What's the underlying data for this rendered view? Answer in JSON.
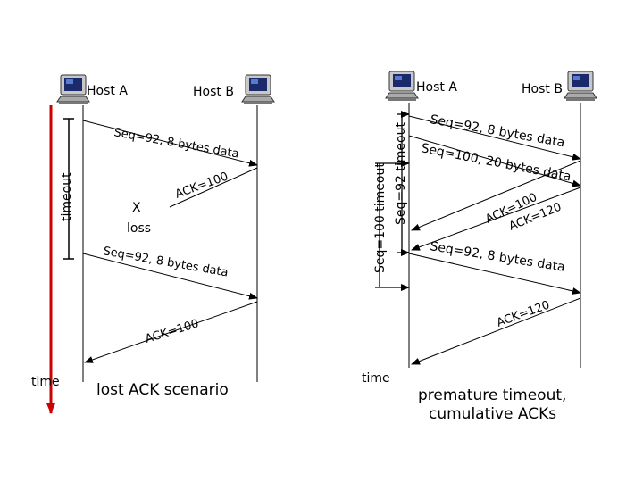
{
  "left": {
    "host_a": "Host A",
    "host_b": "Host B",
    "timeout_label": "timeout",
    "time_label": "time",
    "msg1": "Seq=92, 8 bytes data",
    "ack1": "ACK=100",
    "loss_x": "X",
    "loss_label": "loss",
    "msg2": "Seq=92, 8 bytes data",
    "ack2": "ACK=100",
    "caption": "lost ACK scenario"
  },
  "right": {
    "host_a": "Host A",
    "host_b": "Host B",
    "timeout_92": "Seq=92 timeout",
    "timeout_100": "Seq=100 timeout",
    "time_label": "time",
    "msg1": "Seq=92, 8 bytes data",
    "msg2": "Seq=100, 20 bytes data",
    "ack1": "ACK=100",
    "ack2": "ACK=120",
    "msg3": "Seq=92, 8 bytes data",
    "ack3": "ACK=120",
    "caption_line1": "premature timeout,",
    "caption_line2": "cumulative ACKs"
  },
  "colors": {
    "time_arrow": "#cc0000",
    "line": "#000000"
  },
  "icons": [
    "computer-icon"
  ]
}
